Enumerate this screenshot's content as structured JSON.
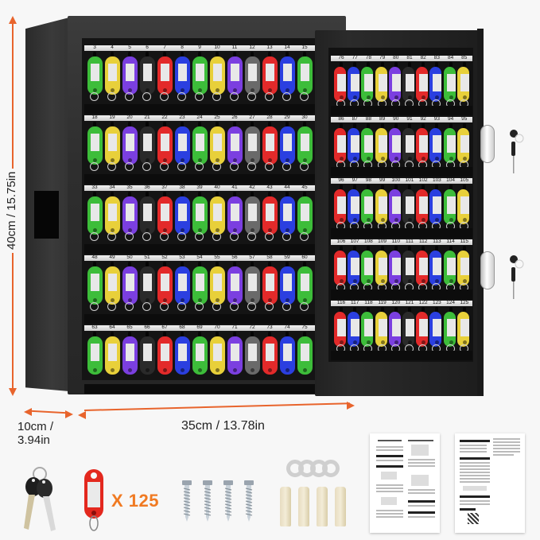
{
  "product": {
    "name": "Wall-mounted key cabinet",
    "capacity": 125,
    "color": "#2a2a2a"
  },
  "dimensions": {
    "height_label": "40cm / 15.75in",
    "depth_label_line1": "10cm /",
    "depth_label_line2": "3.94in",
    "width_label": "35cm / 13.78in",
    "arrow_color": "#e8642c"
  },
  "tag_colors": {
    "green": "#3dbd3a",
    "yellow": "#e8d03a",
    "purple": "#7b3fe0",
    "black": "#2a2a2a",
    "gray": "#6a6a6a",
    "red": "#e32a2a",
    "blue": "#2b3fe0"
  },
  "left_panel": {
    "rows": [
      {
        "numbers": [
          "3",
          "4",
          "5",
          "6",
          "7",
          "8",
          "9",
          "10",
          "11",
          "12",
          "13",
          "14",
          "15"
        ]
      },
      {
        "numbers": [
          "18",
          "19",
          "20",
          "21",
          "22",
          "23",
          "24",
          "25",
          "26",
          "27",
          "28",
          "29",
          "30"
        ]
      },
      {
        "numbers": [
          "33",
          "34",
          "35",
          "36",
          "37",
          "38",
          "39",
          "40",
          "41",
          "42",
          "43",
          "44",
          "45"
        ]
      },
      {
        "numbers": [
          "48",
          "49",
          "50",
          "51",
          "52",
          "53",
          "54",
          "55",
          "56",
          "57",
          "58",
          "59",
          "60"
        ]
      },
      {
        "numbers": [
          "63",
          "64",
          "65",
          "66",
          "67",
          "68",
          "69",
          "70",
          "71",
          "72",
          "73",
          "74",
          "75"
        ]
      }
    ],
    "color_sequence": [
      "green",
      "yellow",
      "purple",
      "black",
      "red",
      "blue",
      "green",
      "yellow",
      "purple",
      "gray",
      "red",
      "blue",
      "green"
    ]
  },
  "door_panel": {
    "rows": [
      {
        "numbers": [
          "76",
          "77",
          "78",
          "79",
          "80",
          "81",
          "82",
          "83",
          "84",
          "85"
        ]
      },
      {
        "numbers": [
          "86",
          "87",
          "88",
          "89",
          "90",
          "91",
          "92",
          "93",
          "94",
          "95"
        ]
      },
      {
        "numbers": [
          "96",
          "97",
          "98",
          "99",
          "100",
          "101",
          "102",
          "103",
          "104",
          "105"
        ]
      },
      {
        "numbers": [
          "106",
          "107",
          "108",
          "109",
          "110",
          "111",
          "112",
          "113",
          "114",
          "115"
        ]
      },
      {
        "numbers": [
          "116",
          "117",
          "118",
          "119",
          "120",
          "121",
          "122",
          "123",
          "124",
          "125"
        ]
      }
    ],
    "color_sequence": [
      "red",
      "blue",
      "green",
      "yellow",
      "purple",
      "black",
      "red",
      "blue",
      "green",
      "yellow"
    ]
  },
  "accessories": {
    "keys_count": 2,
    "tag_quantity_label": "X 125",
    "tag_quantity_color": "#f07a22",
    "screws_count": 4,
    "washers_count": 4,
    "anchors_count": 4,
    "manual_pages": 2
  }
}
